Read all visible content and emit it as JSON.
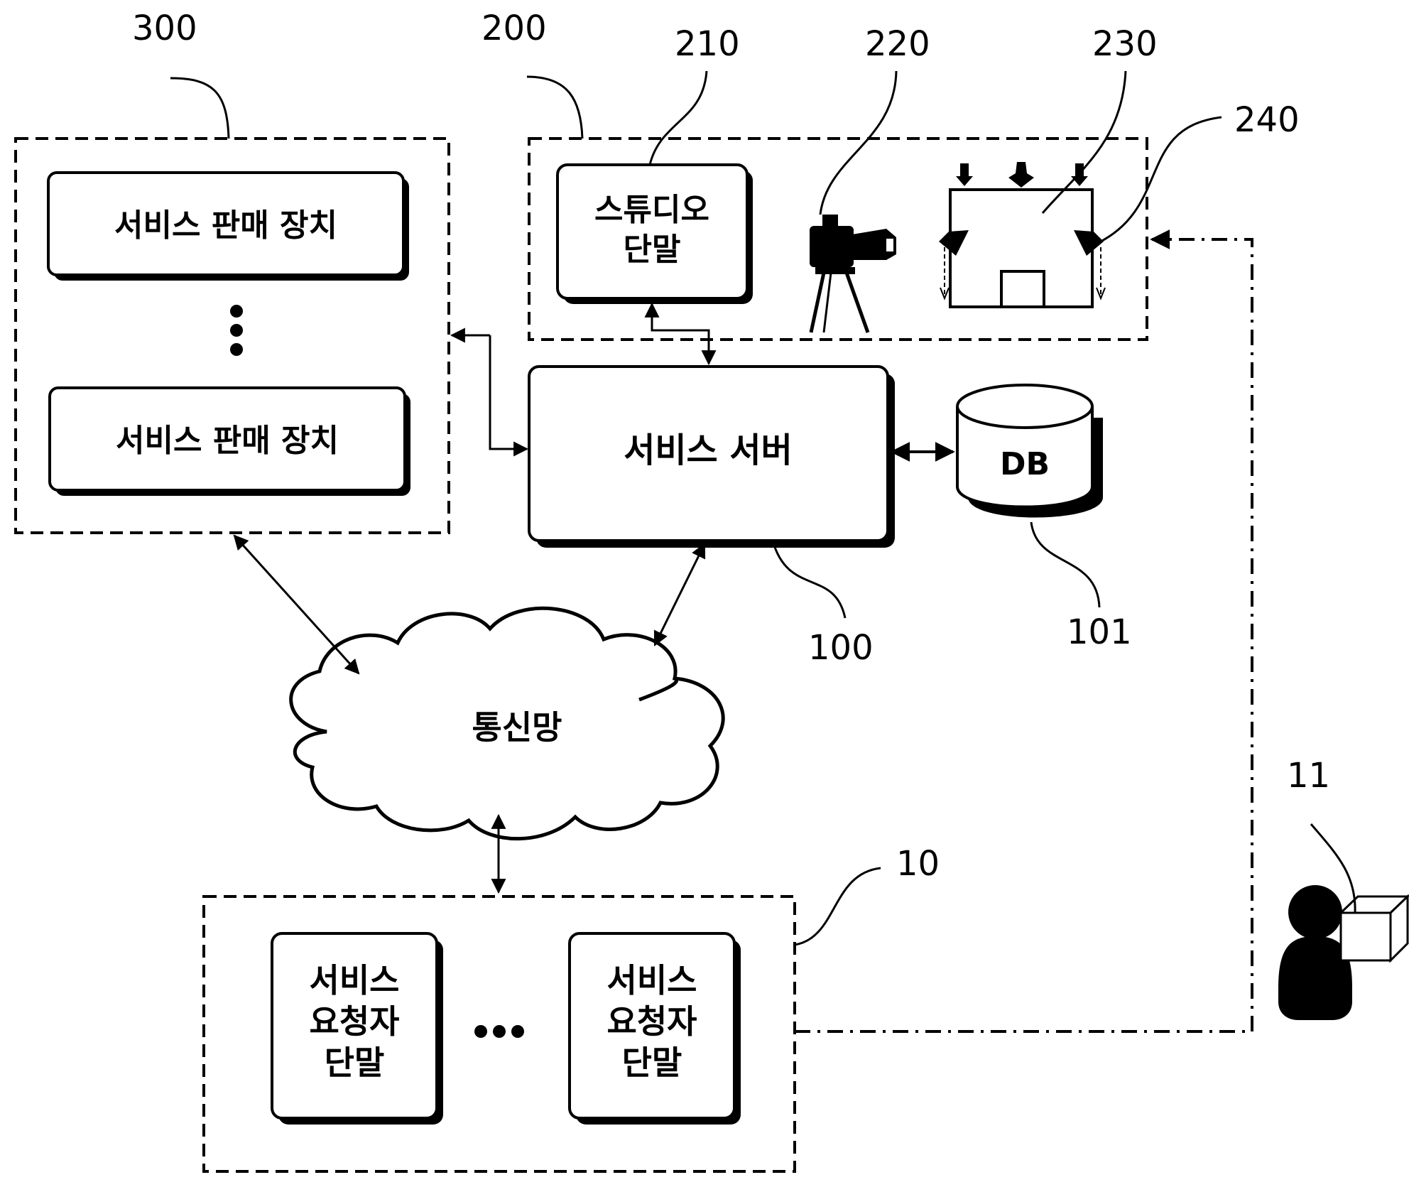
{
  "refs": {
    "r300": "300",
    "r200": "200",
    "r210": "210",
    "r220": "220",
    "r230": "230",
    "r240": "240",
    "r100": "100",
    "r101": "101",
    "r11": "11",
    "r10": "10"
  },
  "seller_group": {
    "device_top": "서비스 판매 장치",
    "device_bottom": "서비스 판매 장치"
  },
  "studio": {
    "terminal_line1": "스튜디오",
    "terminal_line2": "단말"
  },
  "server": {
    "label": "서비스 서버"
  },
  "db": {
    "label": "DB"
  },
  "network": {
    "label": "통신망"
  },
  "requester_group": {
    "left_line1": "서비스",
    "left_line2": "요청자",
    "left_line3": "단말",
    "right_line1": "서비스",
    "right_line2": "요청자",
    "right_line3": "단말"
  }
}
